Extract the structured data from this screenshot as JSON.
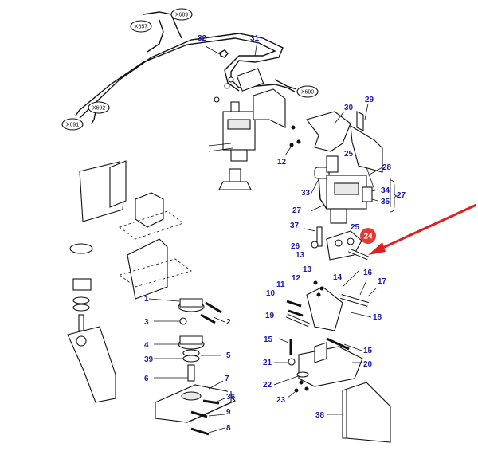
{
  "connectors": [
    "X689",
    "X657",
    "X690",
    "X692",
    "X691"
  ],
  "callouts": [
    "1",
    "2",
    "3",
    "4",
    "5",
    "6",
    "7",
    "8",
    "9",
    "10",
    "11",
    "12",
    "13",
    "14",
    "15",
    "16",
    "17",
    "18",
    "19",
    "20",
    "21",
    "22",
    "23",
    "24",
    "25",
    "26",
    "27",
    "28",
    "29",
    "30",
    "31",
    "32",
    "33",
    "34",
    "35",
    "36",
    "37",
    "38",
    "39"
  ],
  "highlight": {
    "part": "24",
    "color": "#e53935",
    "arrow_color": "#e02020"
  }
}
